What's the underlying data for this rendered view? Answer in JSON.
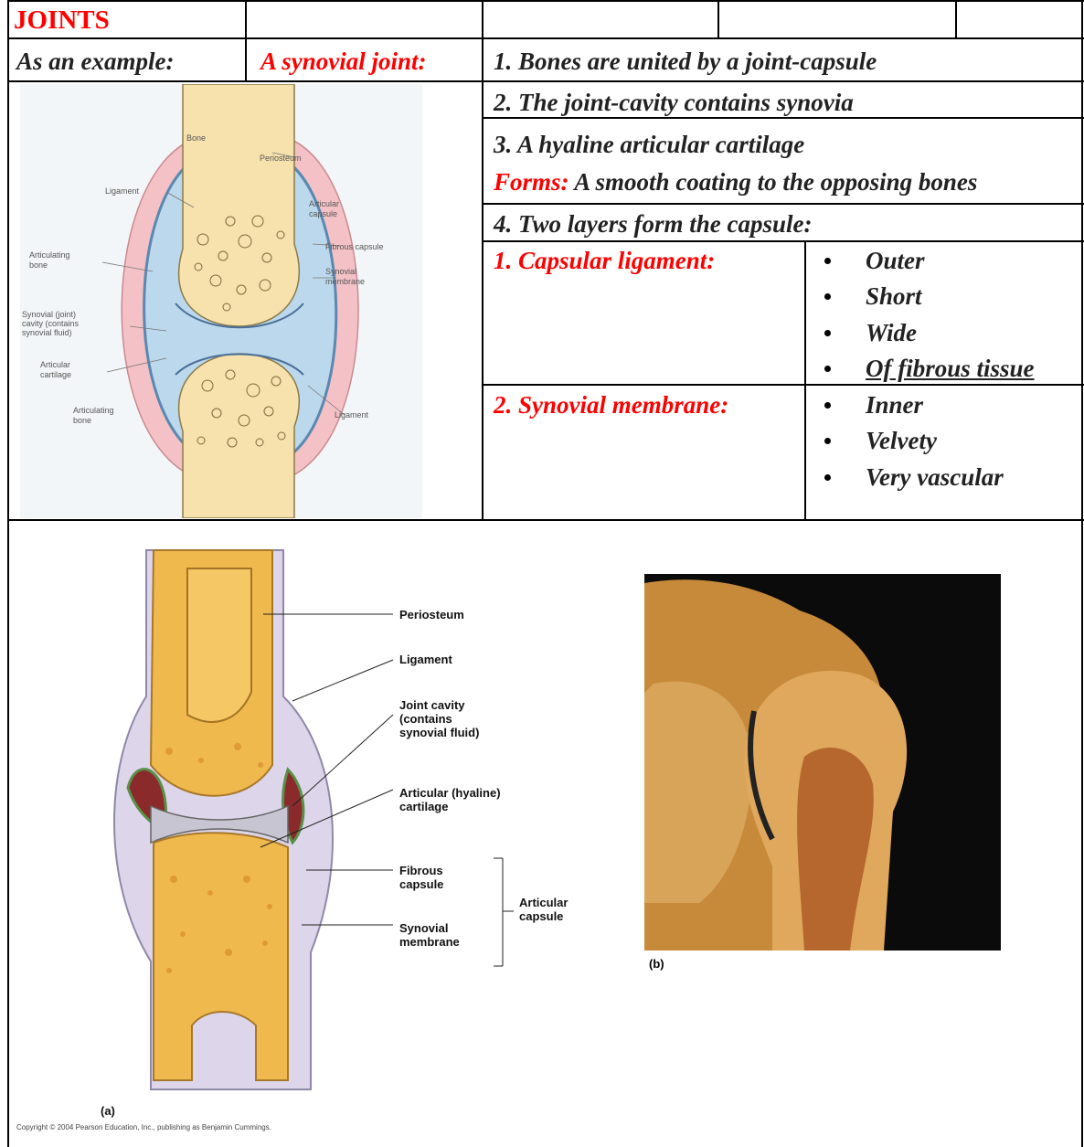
{
  "table": {
    "title": "JOINTS",
    "example_label": "As an example:",
    "joint_type": "A synovial joint:",
    "features": [
      "1. Bones are united by a joint-capsule",
      "2. The joint-cavity contains synovia",
      "3. A hyaline articular cartilage"
    ],
    "forms_label": "Forms:",
    "forms_text": "A smooth coating to the opposing bones",
    "layers_heading": "4. Two layers form the capsule:",
    "layers": [
      {
        "name": "1. Capsular ligament:",
        "traits": [
          "Outer",
          "Short",
          "Wide",
          "Of fibrous tissue"
        ]
      },
      {
        "name": "2. Synovial membrane:",
        "traits": [
          "Inner",
          "Velvety",
          "Very vascular"
        ]
      }
    ]
  },
  "figure1": {
    "labels": [
      "Bone",
      "Periosteum",
      "Ligament",
      "Articular",
      "capsule",
      "Articulating",
      "bone",
      "Fibrous capsule",
      "Synovial",
      "membrane",
      "Synovial (joint)",
      "cavity (contains",
      "synovial fluid)",
      "Articular",
      "cartilage",
      "Articulating",
      "bone",
      "Ligament"
    ]
  },
  "figure2": {
    "labels": [
      "Periosteum",
      "Ligament",
      "Joint cavity",
      "(contains",
      "synovial fluid)",
      "Articular (hyaline)",
      "cartilage",
      "Fibrous",
      "capsule",
      "Synovial",
      "membrane",
      "Articular",
      "capsule"
    ],
    "panel_a": "(a)",
    "panel_b": "(b)",
    "copyright": "Copyright © 2004 Pearson Education, Inc., publishing as Benjamin Cummings."
  }
}
